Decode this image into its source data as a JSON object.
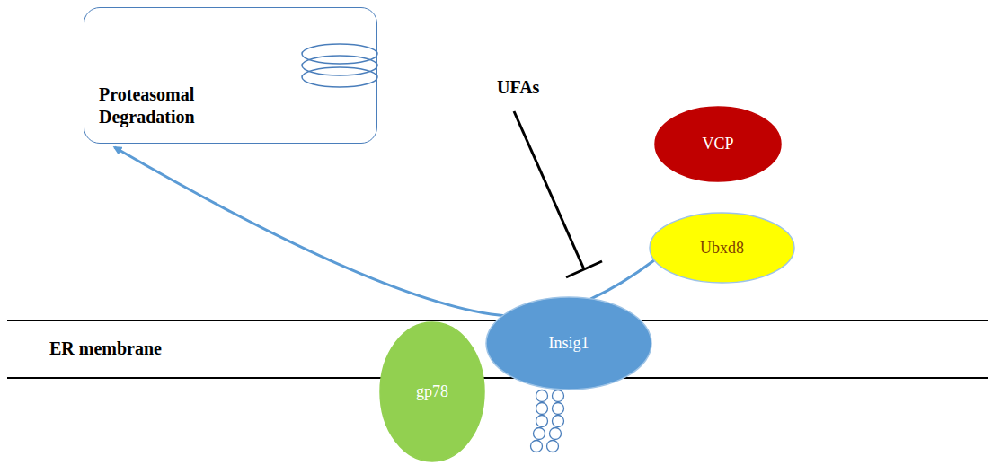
{
  "diagram": {
    "nodes": [
      {
        "text": [
          "Proteasomal Degradation"
        ]
      },
      {
        "text": [
          "VCP"
        ]
      },
      {
        "text": [
          "Ubxd8"
        ]
      },
      {
        "text": [
          "gp78"
        ]
      },
      {
        "text": [
          "Insig1"
        ]
      }
    ],
    "edges": [
      {
        "from": 2,
        "to": 0,
        "arrow": "to"
      }
    ],
    "labels": [
      "UFAs",
      "ER membrane"
    ]
  }
}
